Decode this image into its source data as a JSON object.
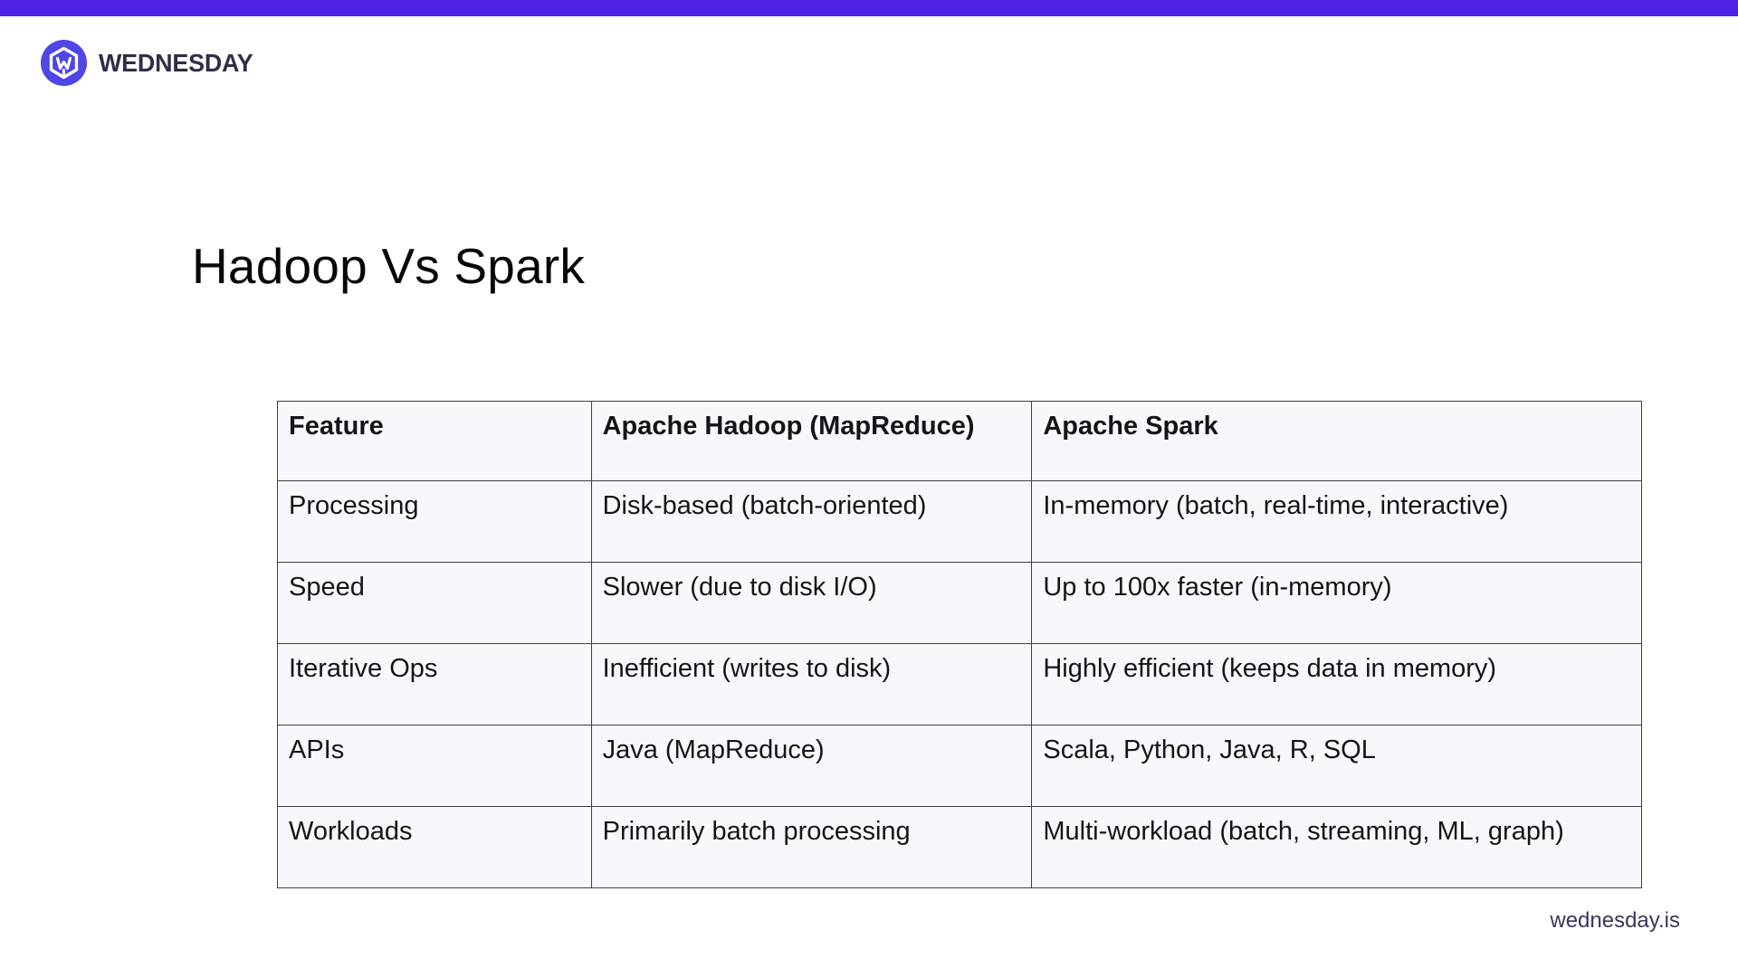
{
  "page": {
    "background_color": "#FFFFFF",
    "top_bar_color": "#4D22E2"
  },
  "brand": {
    "logo_text": "WEDNESDAY",
    "logo_icon": "wednesday-w-badge-icon",
    "logo_circle_color": "#4F46E5",
    "logo_glyph_color": "#FFFFFF",
    "logo_text_color": "#2E2E49"
  },
  "slide": {
    "title": "Hadoop Vs Spark"
  },
  "table": {
    "background_color": "#F7F8FB",
    "border_color": "#3E4046",
    "headers": [
      "Feature",
      "Apache Hadoop (MapReduce)",
      "Apache Spark"
    ],
    "rows": [
      [
        "Processing",
        "Disk-based (batch-oriented)",
        "In-memory (batch, real-time, interactive)"
      ],
      [
        "Speed",
        "Slower (due to disk I/O)",
        "Up to 100x faster (in-memory)"
      ],
      [
        "Iterative Ops",
        "Inefficient (writes to disk)",
        "Highly efficient (keeps data in memory)"
      ],
      [
        "APIs",
        "Java (MapReduce)",
        "Scala, Python, Java, R, SQL"
      ],
      [
        "Workloads",
        "Primarily batch processing",
        "Multi-workload (batch, streaming, ML, graph)"
      ]
    ]
  },
  "footer": {
    "website": "wednesday.is"
  }
}
